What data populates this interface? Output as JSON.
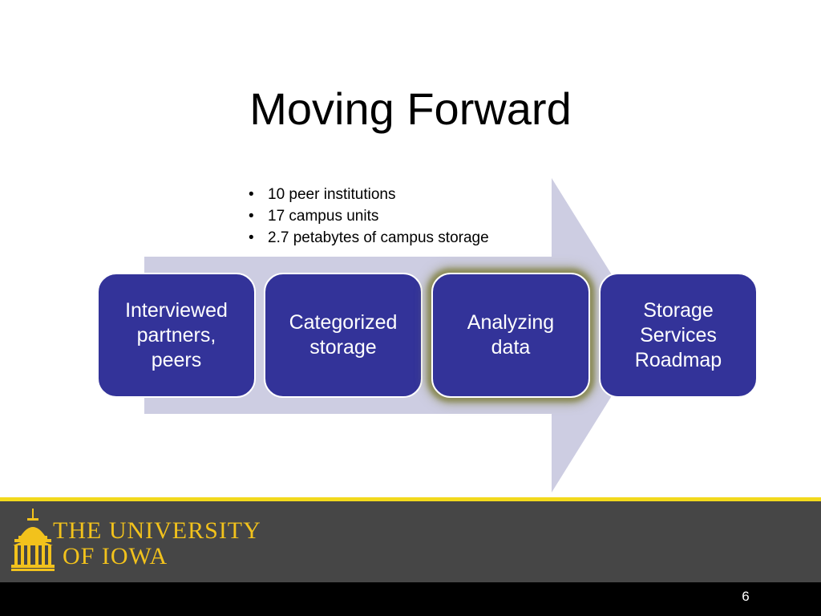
{
  "slide": {
    "title": "Moving Forward",
    "bullets": [
      "10 peer institutions",
      "17 campus units",
      "2.7 petabytes of campus storage"
    ],
    "bullet_glyph": "•",
    "steps": [
      {
        "label": "Interviewed\npartners,\npeers"
      },
      {
        "label": "Categorized\nstorage"
      },
      {
        "label": "Analyzing\ndata",
        "highlighted": true
      },
      {
        "label": "Storage\nServices\nRoadmap"
      }
    ],
    "page_number": "6"
  },
  "footer": {
    "logo_text_line1": "THE UNIVERSITY",
    "logo_text_line2": "OF IOWA"
  },
  "colors": {
    "step_fill": "#333399",
    "arrow_fill": "#cdcde2",
    "footer_band": "#464646",
    "accent_gold": "#f2d91c",
    "logo_gold": "#f2c21c",
    "bottom_bar": "#000000"
  }
}
